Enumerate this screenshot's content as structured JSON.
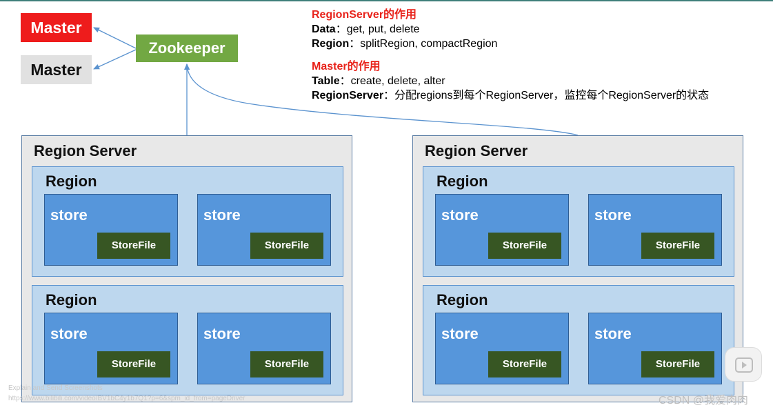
{
  "masters": [
    {
      "label": "Master",
      "bg": "#ee1c1c",
      "color": "#ffffff"
    },
    {
      "label": "Master",
      "bg": "#e1e1e1",
      "color": "#111111"
    }
  ],
  "zookeeper": {
    "label": "Zookeeper",
    "bg": "#72a843"
  },
  "notes": {
    "rs_heading": "RegionServer的作用",
    "rs_line1_key": "Data",
    "rs_line1_val": "：get, put, delete",
    "rs_line2_key": "Region",
    "rs_line2_val": "：splitRegion, compactRegion",
    "master_heading": "Master的作用",
    "m_line1_key": "Table",
    "m_line1_val": "：create, delete, alter",
    "m_line2_key": "RegionServer",
    "m_line2_val": "：分配regions到每个RegionServer，监控每个RegionServer的状态"
  },
  "region_servers": [
    {
      "title": "Region Server",
      "regions": [
        {
          "title": "Region",
          "stores": [
            {
              "label": "store",
              "file": "StoreFile"
            },
            {
              "label": "store",
              "file": "StoreFile"
            }
          ]
        },
        {
          "title": "Region",
          "stores": [
            {
              "label": "store",
              "file": "StoreFile"
            },
            {
              "label": "store",
              "file": "StoreFile"
            }
          ]
        }
      ]
    },
    {
      "title": "Region Server",
      "regions": [
        {
          "title": "Region",
          "stores": [
            {
              "label": "store",
              "file": "StoreFile"
            },
            {
              "label": "store",
              "file": "StoreFile"
            }
          ]
        },
        {
          "title": "Region",
          "stores": [
            {
              "label": "store",
              "file": "StoreFile"
            },
            {
              "label": "store",
              "file": "StoreFile"
            }
          ]
        }
      ]
    }
  ],
  "watermark": {
    "line1": "Explain and Send Screenshots",
    "line2": "https://www.bilibili.com/video/BV1bC4y1b7Q1?p=6&spm_id_from=pageDriver",
    "csdn": "CSDN @我爱肉肉"
  },
  "colors": {
    "red": "#e8231b",
    "store": "#5696db",
    "storefile": "#375623",
    "region": "#bdd7ee",
    "arrow": "#5b93cf"
  },
  "icons": {
    "play": "play-icon"
  }
}
